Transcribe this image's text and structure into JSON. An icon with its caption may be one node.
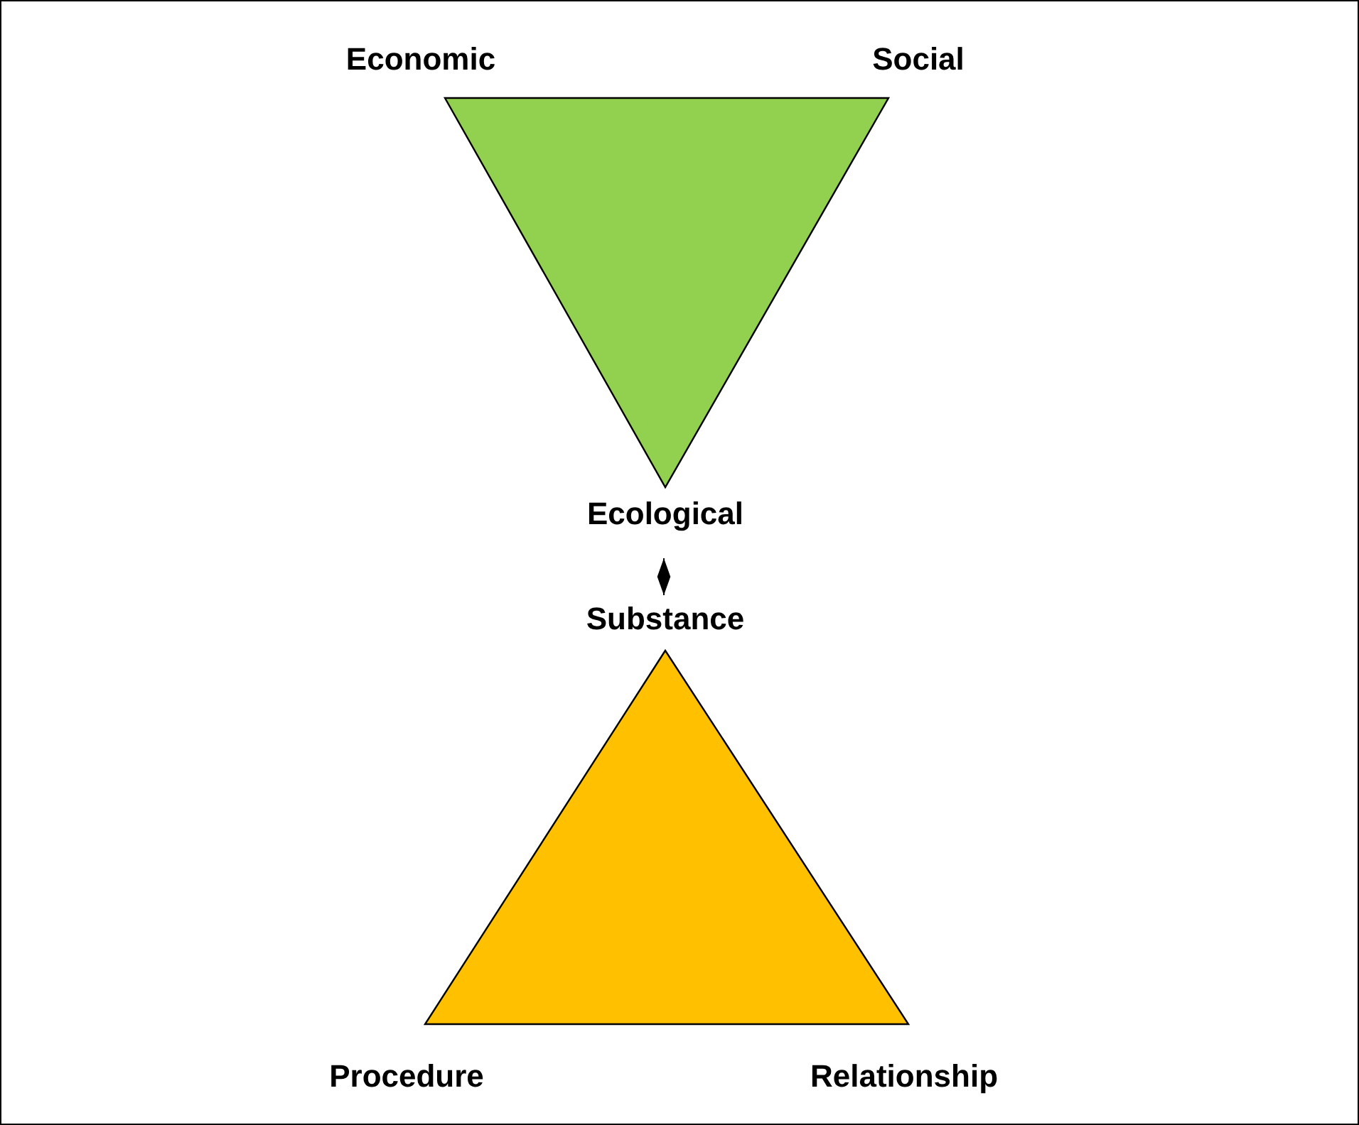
{
  "diagram": {
    "nodes": [
      {
        "text": [
          "Economic",
          "Social",
          "Ecological"
        ]
      },
      {
        "text": [
          "Substance",
          "Procedure",
          "Relationship"
        ]
      }
    ],
    "edges": [
      {
        "from": 0,
        "to": 1,
        "arrow": "both"
      }
    ]
  }
}
